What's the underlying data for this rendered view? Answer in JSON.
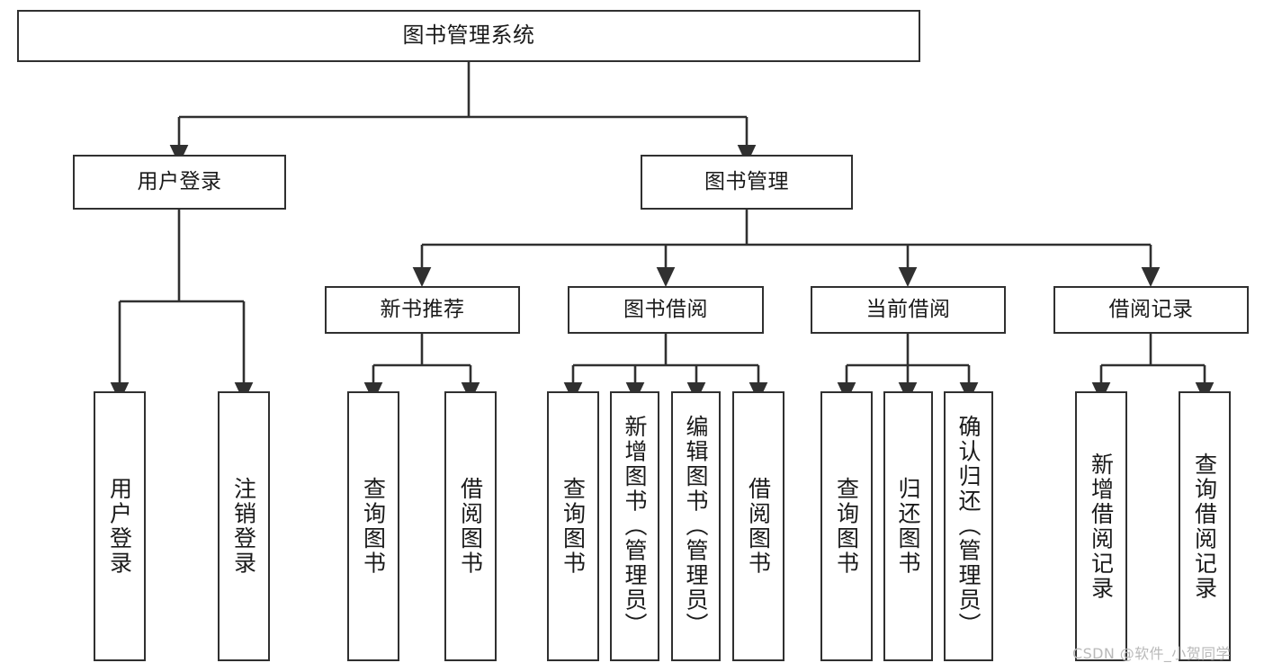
{
  "diagram": {
    "type": "tree-hierarchy-chart",
    "title": "图书管理系统",
    "theme": {
      "background": "#ffffff",
      "border_color": "#303030",
      "text_color": "#1a1a1a",
      "edge_color": "#303030",
      "watermark_color": "#b9b9b9"
    },
    "watermark": "CSDN @软件_小贺同学",
    "levels": {
      "root": {
        "label": "图书管理系统"
      },
      "level2": [
        {
          "label": "用户登录"
        },
        {
          "label": "图书管理"
        }
      ],
      "level3": [
        {
          "label": "新书推荐"
        },
        {
          "label": "图书借阅"
        },
        {
          "label": "当前借阅"
        },
        {
          "label": "借阅记录"
        }
      ],
      "leaves": {
        "user_login": [
          {
            "label": "用户登录"
          },
          {
            "label": "注销登录"
          }
        ],
        "new_book_recommend": [
          {
            "label": "查询图书"
          },
          {
            "label": "借阅图书"
          }
        ],
        "book_borrow": [
          {
            "label": "查询图书"
          },
          {
            "label": "新增图书（管理员）"
          },
          {
            "label": "编辑图书（管理员）"
          },
          {
            "label": "借阅图书"
          }
        ],
        "current_borrow": [
          {
            "label": "查询图书"
          },
          {
            "label": "归还图书"
          },
          {
            "label": "确认归还（管理员）"
          }
        ],
        "borrow_record": [
          {
            "label": "新增借阅记录"
          },
          {
            "label": "查询借阅记录"
          }
        ]
      }
    }
  }
}
